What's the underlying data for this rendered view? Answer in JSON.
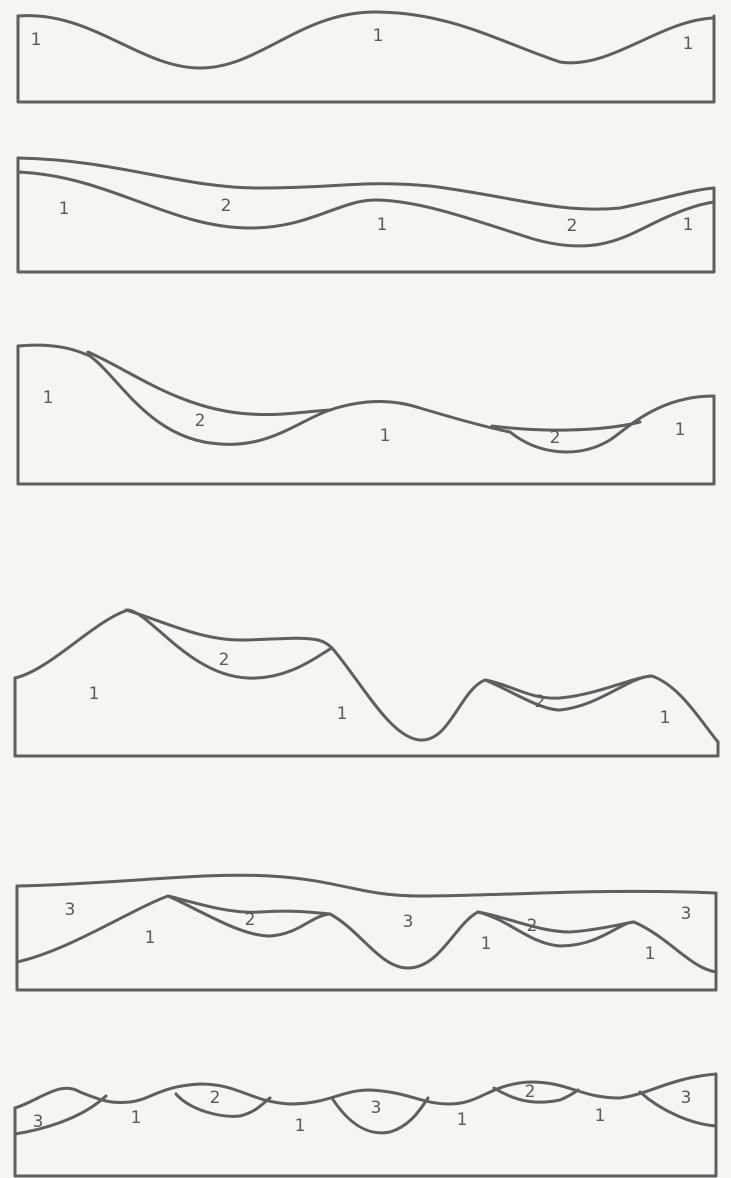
{
  "panels": [
    {
      "labels": [
        {
          "text": "1"
        },
        {
          "text": "1"
        },
        {
          "text": "1"
        }
      ]
    },
    {
      "labels": [
        {
          "text": "1"
        },
        {
          "text": "2"
        },
        {
          "text": "1"
        },
        {
          "text": "2"
        },
        {
          "text": "1"
        }
      ]
    },
    {
      "labels": [
        {
          "text": "1"
        },
        {
          "text": "2"
        },
        {
          "text": "1"
        },
        {
          "text": "2"
        },
        {
          "text": "1"
        }
      ]
    },
    {
      "labels": [
        {
          "text": "1"
        },
        {
          "text": "2"
        },
        {
          "text": "1"
        },
        {
          "text": "2"
        },
        {
          "text": "1"
        }
      ]
    },
    {
      "labels": [
        {
          "text": "3"
        },
        {
          "text": "1"
        },
        {
          "text": "2"
        },
        {
          "text": "3"
        },
        {
          "text": "1"
        },
        {
          "text": "2"
        },
        {
          "text": "1"
        },
        {
          "text": "3"
        }
      ]
    },
    {
      "labels": [
        {
          "text": "3"
        },
        {
          "text": "1"
        },
        {
          "text": "2"
        },
        {
          "text": "1"
        },
        {
          "text": "3"
        },
        {
          "text": "1"
        },
        {
          "text": "2"
        },
        {
          "text": "1"
        },
        {
          "text": "3"
        }
      ]
    }
  ]
}
